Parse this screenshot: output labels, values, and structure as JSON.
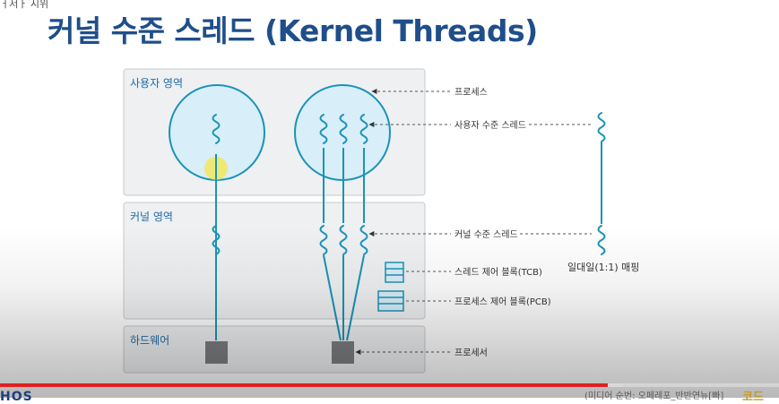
{
  "slide": {
    "corner_text": "ㅓ서ㅏ 시위",
    "title": "커널 수준 스레드 (Kernel Threads)"
  },
  "diagram": {
    "regions": {
      "user_space": "사용자 영역",
      "kernel_space": "커널 영역",
      "hardware": "하드웨어"
    },
    "labels": {
      "process": "프로세스",
      "user_threads": "사용자 수준 스레드",
      "kernel_threads": "커널 수준 스레드",
      "tcb": "스레드 제어 블록(TCB)",
      "pcb": "프로세스 제어 블록(PCB)",
      "processor": "프로세서",
      "mapping": "일대일(1:1) 매핑"
    },
    "colors": {
      "box_fill": "#eef0f2",
      "process_fill": "#d8eef8",
      "thread_stroke": "#1b93b8",
      "processor_fill": "#7b7d80",
      "highlight": "#f5e64a"
    }
  },
  "video": {
    "progress": 0.78,
    "buffered": 0.8,
    "progress_color": "#e02020",
    "caption": "(미디어 순번: 오페레포_반반연뉴[빠]",
    "logo_left": "HOS",
    "logo_right": "코드"
  }
}
